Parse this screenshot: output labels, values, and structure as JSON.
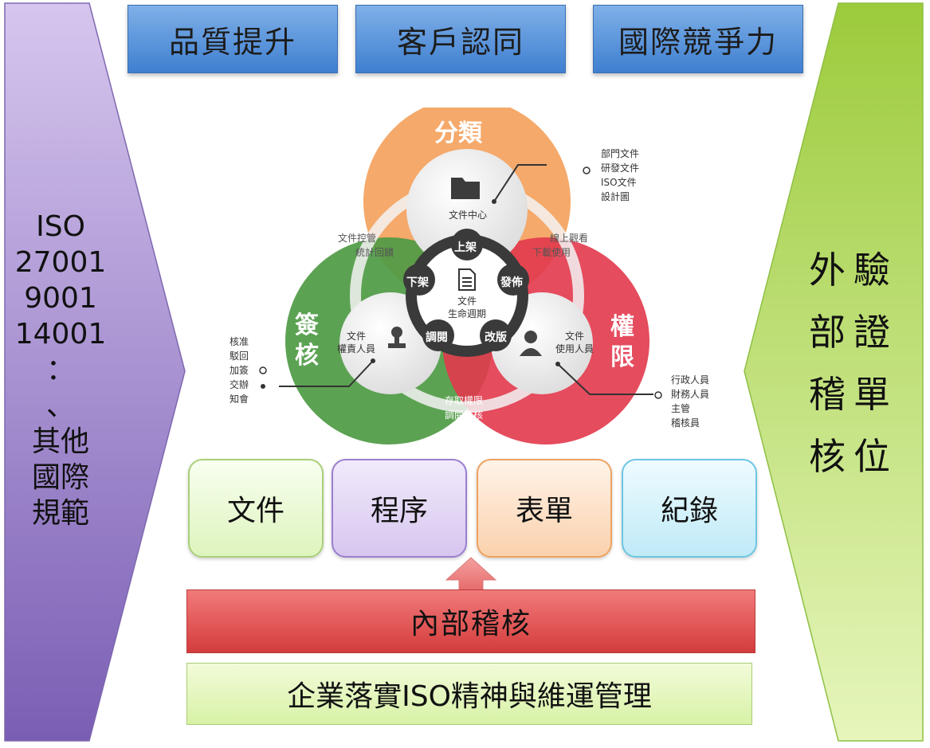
{
  "top_boxes": [
    "品質提升",
    "客戶認同",
    "國際競爭力"
  ],
  "left_panel": {
    "lines": [
      "ISO",
      "27001",
      "9001",
      "14001",
      "：",
      "、",
      "其他",
      "國際",
      "規範"
    ]
  },
  "right_panel": {
    "col_a": [
      "外",
      "部",
      "稽",
      "核"
    ],
    "col_b": [
      "驗",
      "證",
      "單",
      "位"
    ]
  },
  "diagram": {
    "big": {
      "classify": "分類",
      "sign": "簽核",
      "permission": "權限"
    },
    "center": {
      "top_circle": "文件中心",
      "core_l1": "文件",
      "core_l2": "生命週期",
      "left_l1": "文件",
      "left_l2": "權責人員",
      "right_l1": "文件",
      "right_l2": "使用人員"
    },
    "nodes": {
      "up": "上架",
      "publish": "發佈",
      "revise": "改版",
      "review": "調閱",
      "down": "下架"
    },
    "overlap_left": [
      "文件控管",
      "統計回饋"
    ],
    "overlap_right": [
      "線上觀看",
      "下載使用"
    ],
    "overlap_bottom": [
      "存取權限",
      "調閱審核"
    ],
    "docs_list": [
      "部門文件",
      "研發文件",
      "ISO文件",
      "設計圖"
    ],
    "sign_list": [
      "核准",
      "駁回",
      "加簽",
      "交辦",
      "知會"
    ],
    "user_list": [
      "行政人員",
      "財務人員",
      "主管",
      "稽核員"
    ]
  },
  "categories": [
    "文件",
    "程序",
    "表單",
    "紀錄"
  ],
  "audit_label": "內部稽核",
  "base_label": "企業落實ISO精神與維運管理",
  "colors": {
    "purple": "#9b7fcf",
    "green": "#a9d45a",
    "orange": "#f4a462",
    "red": "#e2384d",
    "darkgreen": "#4e9a44",
    "blue": "#4a8ad6"
  }
}
